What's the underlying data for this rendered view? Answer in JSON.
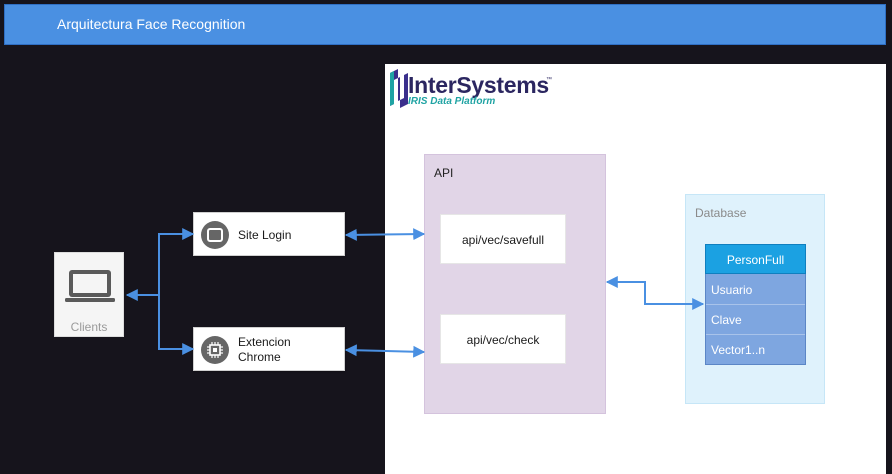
{
  "title": "Arquitectura Face Recognition",
  "logo": {
    "name": "InterSystems",
    "tm": "™",
    "subtitle": "IRIS Data Platform"
  },
  "nodes": {
    "clients": {
      "label": "Clients",
      "icon": "laptop-icon"
    },
    "site_login": {
      "label": "Site Login",
      "icon": "browser-window-icon"
    },
    "extension": {
      "label": "Extencion Chrome",
      "icon": "chip-icon"
    }
  },
  "api": {
    "label": "API",
    "endpoints": [
      "api/vec/savefull",
      "api/vec/check"
    ]
  },
  "database": {
    "label": "Database",
    "table": {
      "name": "PersonFull",
      "fields": [
        "Usuario",
        "Clave",
        "Vector1..n"
      ]
    }
  },
  "colors": {
    "title_bar": "#4a90e2",
    "edge": "#4a90e2",
    "api_container": "#e1d5e7",
    "db_container": "#dff2fc",
    "table_header": "#1ba1e2",
    "table_body": "#7ea6e0"
  }
}
